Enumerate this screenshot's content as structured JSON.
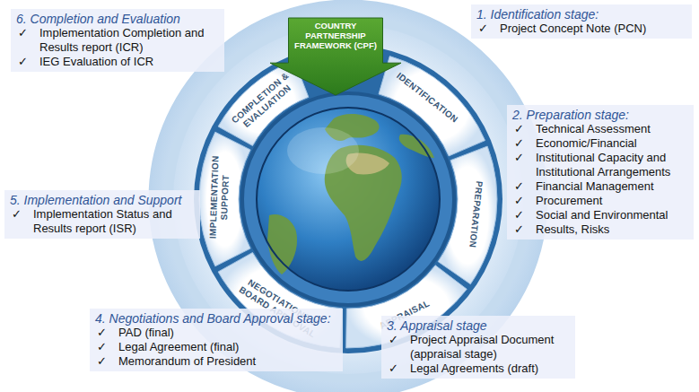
{
  "diagram": {
    "nodes": [
      {
        "text": [
          "6. Completion and Evaluation",
          "Implementation Completion and Results report (ICR)",
          "IEG Evaluation of ICR"
        ]
      },
      {
        "text": [
          "COUNTRY PARTNERSHIP FRAMEWORK (CPF)"
        ]
      },
      {
        "text": [
          "1. Identification stage:",
          "Project Concept Note (PCN)"
        ]
      },
      {
        "text": [
          "COMPLETION & EVALUATION"
        ]
      },
      {
        "text": [
          "IDENTIFICATION"
        ]
      },
      {
        "text": [
          "IMPLEMENTATION SUPPORT"
        ]
      },
      {
        "text": [
          "PREPARATION"
        ]
      },
      {
        "text": [
          "2. Preparation stage:",
          "Technical Assessment",
          "Economic/Financial",
          "Institutional Capacity and Institutional Arrangements",
          "Financial Management",
          "Procurement",
          "Social and Environmental",
          "Results, Risks"
        ]
      },
      {
        "text": [
          "5. Implementation and Support",
          "Implementation Status and Results report (ISR)"
        ]
      },
      {
        "text": [
          "NEGOTIATIONS & BOARD APPROVAL"
        ]
      },
      {
        "text": [
          "APPRAISAL"
        ]
      },
      {
        "text": [
          "4. Negotiations and Board Approval stage:",
          "PAD (final)",
          "Legal Agreement (final)",
          "Memorandum of President"
        ]
      },
      {
        "text": [
          "3. Appraisal stage",
          "Project Appraisal Document (appraisal stage)",
          "Legal Agreements (draft)"
        ]
      }
    ],
    "labels": [
      "✓",
      "✓",
      "✓",
      "✓",
      "✓",
      "✓",
      "✓",
      "✓",
      "✓",
      "✓",
      "✓",
      "✓",
      "✓",
      "✓",
      "✓",
      "✓"
    ]
  }
}
